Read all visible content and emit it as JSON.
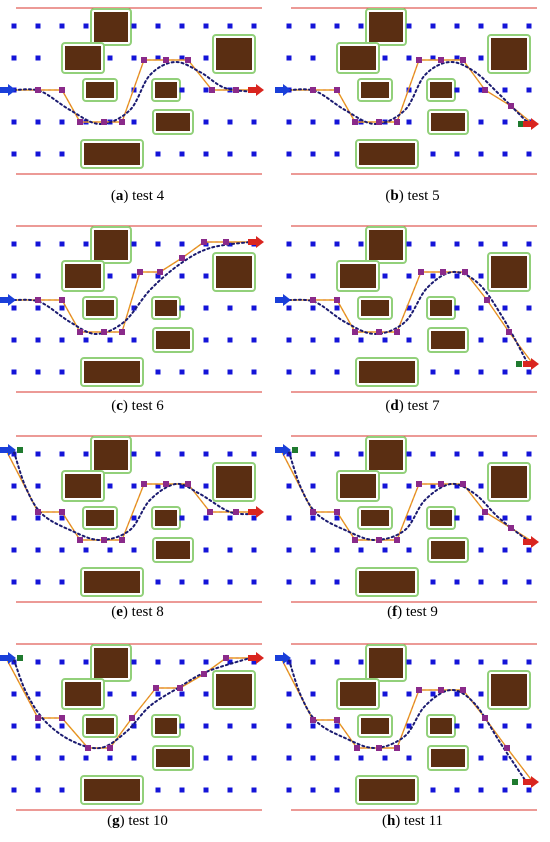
{
  "panels": [
    {
      "id": "a",
      "caption": "test 4"
    },
    {
      "id": "b",
      "caption": "test 5"
    },
    {
      "id": "c",
      "caption": "test 6"
    },
    {
      "id": "d",
      "caption": "test 7"
    },
    {
      "id": "e",
      "caption": "test 8"
    },
    {
      "id": "f",
      "caption": "test 9"
    },
    {
      "id": "g",
      "caption": "test 10"
    },
    {
      "id": "h",
      "caption": "test 11"
    }
  ],
  "colors": {
    "boundary": "#d9352e",
    "grid": "#1414d8",
    "obstacle_fill": "#5a2e12",
    "obstacle_border": "#92d07a",
    "path_node": "#8a2a8a",
    "path_line": "#e8a020",
    "path_line2": "#e05050",
    "smooth_curve": "#1a1a70",
    "start_node": "#1f7a2f",
    "start_arrow": "#1a3fd9",
    "goal_arrow": "#d9251f"
  }
}
